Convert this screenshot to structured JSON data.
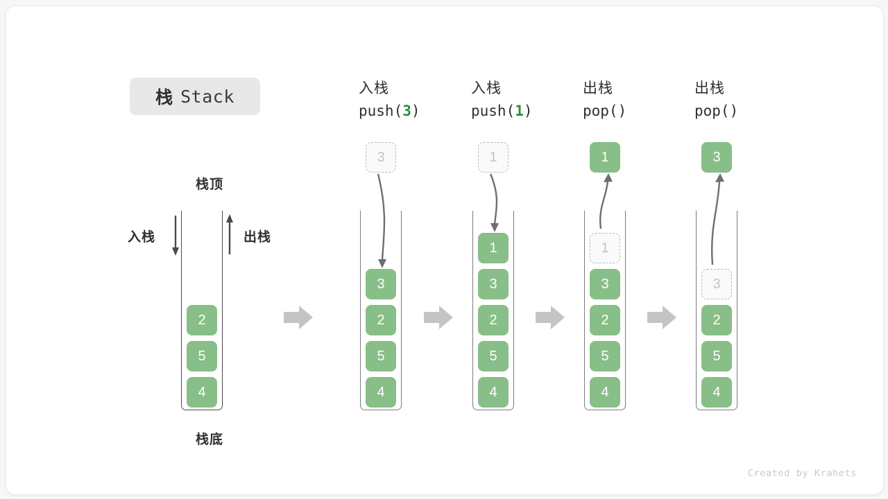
{
  "title": {
    "cn": "栈",
    "en": "Stack"
  },
  "colors": {
    "cell_green": "#88be88",
    "accent_green": "#2e8b48",
    "ghost_border": "#b9b9b9",
    "ghost_text": "#c3c3c3",
    "tube_stroke": "#4a4a4a",
    "flow_arrow": "#c4c4c4",
    "badge_bg": "#e8e8e8",
    "text": "#2f2f2f"
  },
  "main_stack": {
    "label_top": "栈顶",
    "label_bottom": "栈底",
    "label_push": "入栈",
    "label_pop": "出栈",
    "cells": [
      "2",
      "5",
      "4"
    ]
  },
  "steps": [
    {
      "id": "push-3",
      "header_cn": "入栈",
      "header_code_prefix": "push(",
      "header_code_arg": "3",
      "header_code_suffix": ")",
      "float": {
        "value": "3",
        "style": "ghost"
      },
      "arrow": "down",
      "cells": [
        {
          "value": "3",
          "style": "solid"
        },
        {
          "value": "2",
          "style": "solid"
        },
        {
          "value": "5",
          "style": "solid"
        },
        {
          "value": "4",
          "style": "solid"
        }
      ]
    },
    {
      "id": "push-1",
      "header_cn": "入栈",
      "header_code_prefix": "push(",
      "header_code_arg": "1",
      "header_code_suffix": ")",
      "float": {
        "value": "1",
        "style": "ghost"
      },
      "arrow": "down",
      "cells": [
        {
          "value": "1",
          "style": "solid"
        },
        {
          "value": "3",
          "style": "solid"
        },
        {
          "value": "2",
          "style": "solid"
        },
        {
          "value": "5",
          "style": "solid"
        },
        {
          "value": "4",
          "style": "solid"
        }
      ]
    },
    {
      "id": "pop-1",
      "header_cn": "出栈",
      "header_code_prefix": "pop(",
      "header_code_arg": "",
      "header_code_suffix": ")",
      "float": {
        "value": "1",
        "style": "solid"
      },
      "arrow": "up",
      "cells": [
        {
          "value": "1",
          "style": "ghost"
        },
        {
          "value": "3",
          "style": "solid"
        },
        {
          "value": "2",
          "style": "solid"
        },
        {
          "value": "5",
          "style": "solid"
        },
        {
          "value": "4",
          "style": "solid"
        }
      ]
    },
    {
      "id": "pop-3",
      "header_cn": "出栈",
      "header_code_prefix": "pop(",
      "header_code_arg": "",
      "header_code_suffix": ")",
      "float": {
        "value": "3",
        "style": "solid"
      },
      "arrow": "up",
      "cells": [
        {
          "value": "3",
          "style": "ghost"
        },
        {
          "value": "2",
          "style": "solid"
        },
        {
          "value": "5",
          "style": "solid"
        },
        {
          "value": "4",
          "style": "solid"
        }
      ]
    }
  ],
  "footer": "Created by Krahets"
}
